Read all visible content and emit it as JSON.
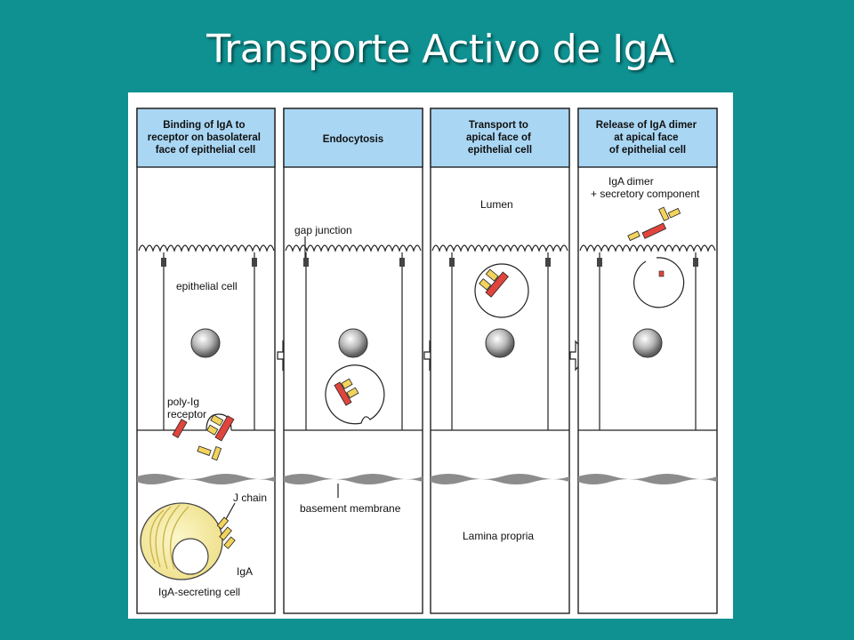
{
  "slide": {
    "title": "Transporte Activo de IgA"
  },
  "panels": [
    {
      "header": [
        "Binding of IgA to",
        "receptor on basolateral",
        "face of epithelial cell"
      ]
    },
    {
      "header": [
        "Endocytosis"
      ]
    },
    {
      "header": [
        "Transport to",
        "apical face of",
        "epithelial cell"
      ]
    },
    {
      "header": [
        "Release of IgA dimer",
        "at apical face",
        "of epithelial cell"
      ]
    }
  ],
  "labels": {
    "epithelial_cell": "epithelial cell",
    "poly_ig_1": "poly-Ig",
    "poly_ig_2": "receptor",
    "j_chain": "J chain",
    "iga": "IgA",
    "iga_secreting_cell": "IgA-secreting cell",
    "gap_junction": "gap junction",
    "basement_membrane": "basement membrane",
    "lumen": "Lumen",
    "lamina_propria": "Lamina propria",
    "iga_dimer": "IgA dimer",
    "secretory_component": "+ secretory component"
  },
  "colors": {
    "background": "#0f9191",
    "header_fill": "#a9d6f3",
    "antibody": "#f2d35c",
    "receptor": "#e0453d",
    "plasma_cell": "#f5ec9e",
    "membrane": "#8c8c8c"
  }
}
